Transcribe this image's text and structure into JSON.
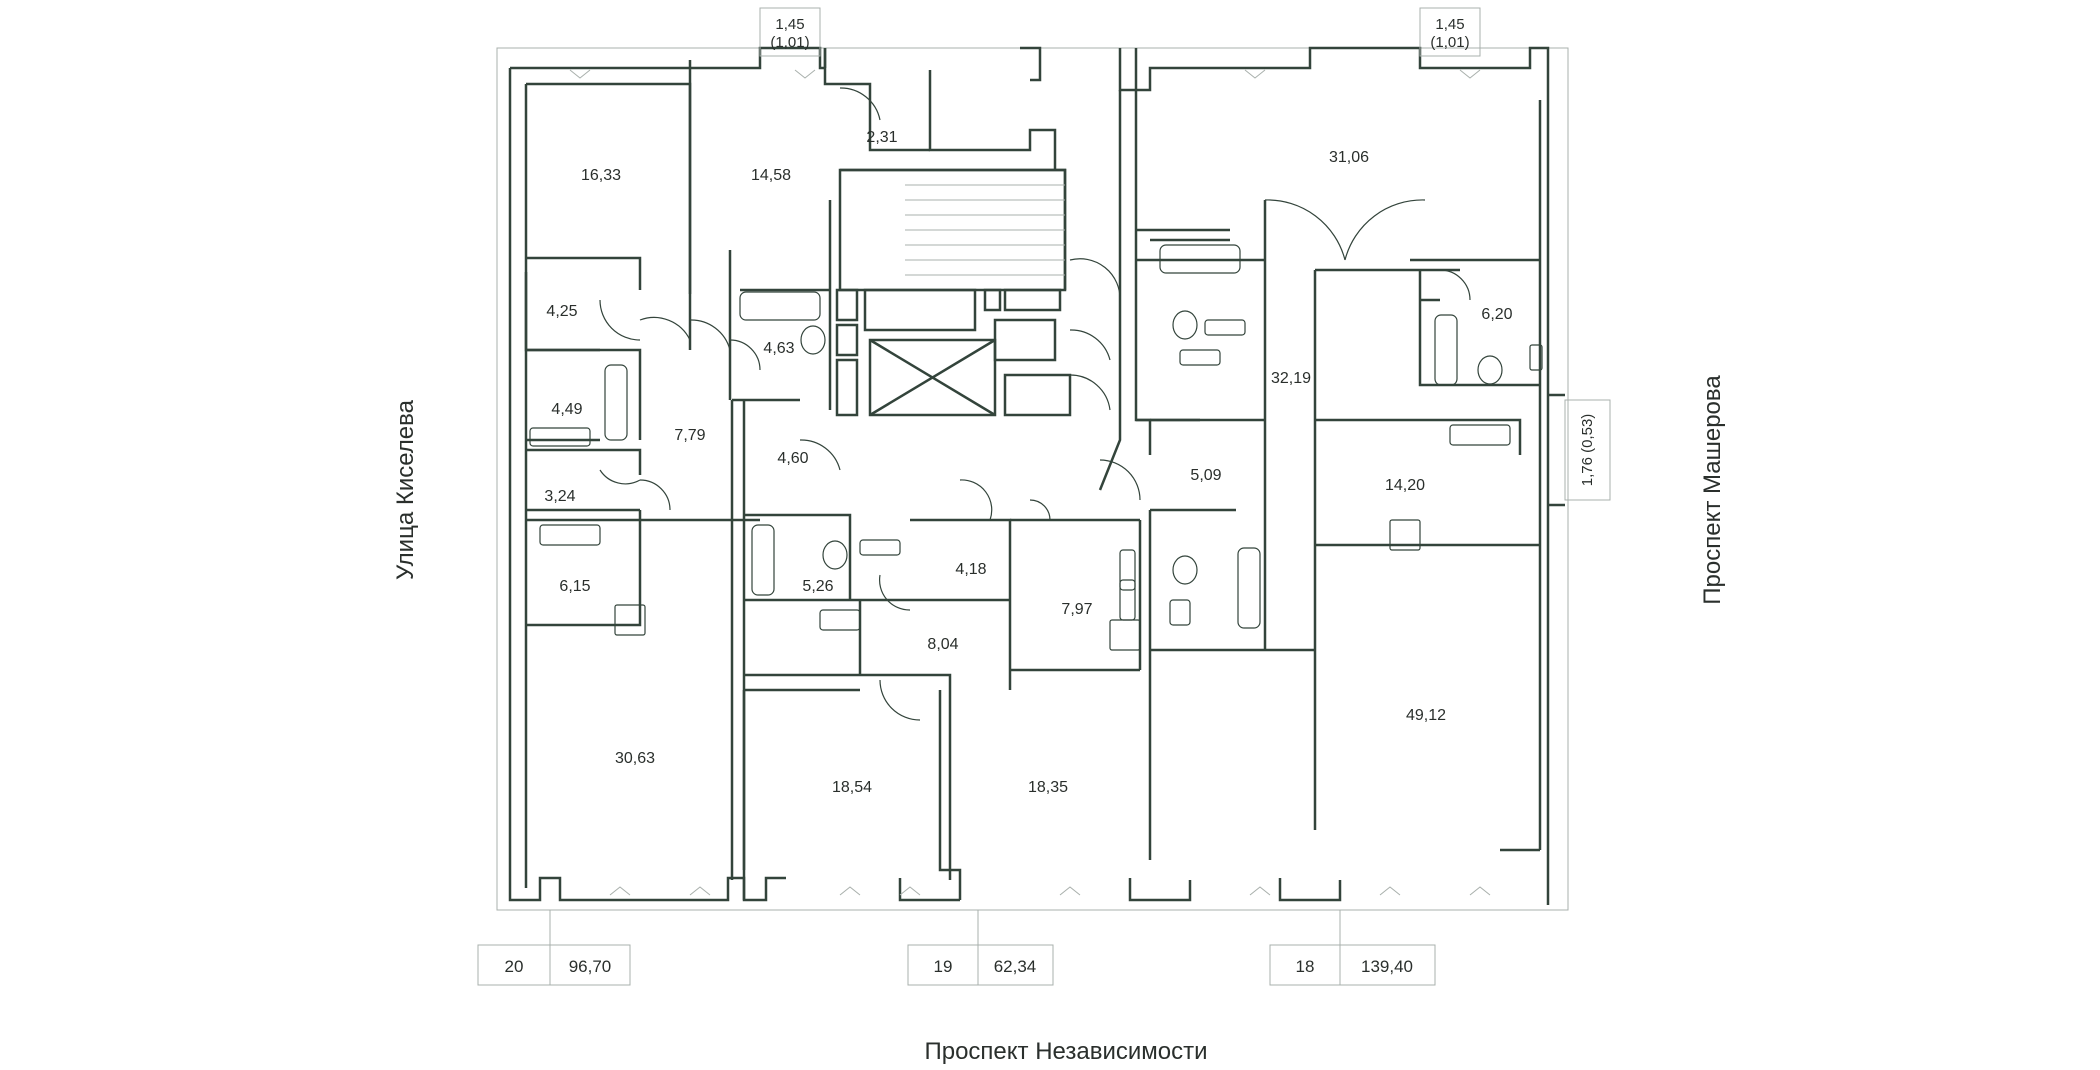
{
  "streets": {
    "left": "Улица Киселева",
    "right": "Проспект Машерова",
    "bottom": "Проспект Независимости"
  },
  "balconies": {
    "top_left": {
      "line1": "1,45",
      "line2": "(1,01)"
    },
    "top_right": {
      "line1": "1,45",
      "line2": "(1,01)"
    },
    "right": "1,76 (0,53)"
  },
  "rooms": {
    "r16_33": "16,33",
    "r14_58": "14,58",
    "r2_31": "2,31",
    "r31_06": "31,06",
    "r4_25": "4,25",
    "r4_63": "4,63",
    "r6_20": "6,20",
    "r4_49": "4,49",
    "r7_79": "7,79",
    "r32_19": "32,19",
    "r4_60": "4,60",
    "r5_09": "5,09",
    "r14_20": "14,20",
    "r3_24": "3,24",
    "r6_15": "6,15",
    "r5_26": "5,26",
    "r4_18": "4,18",
    "r7_97": "7,97",
    "r8_04": "8,04",
    "r30_63": "30,63",
    "r18_54": "18,54",
    "r18_35": "18,35",
    "r49_12": "49,12"
  },
  "apartments": [
    {
      "number": "20",
      "area": "96,70"
    },
    {
      "number": "19",
      "area": "62,34"
    },
    {
      "number": "18",
      "area": "139,40"
    }
  ]
}
